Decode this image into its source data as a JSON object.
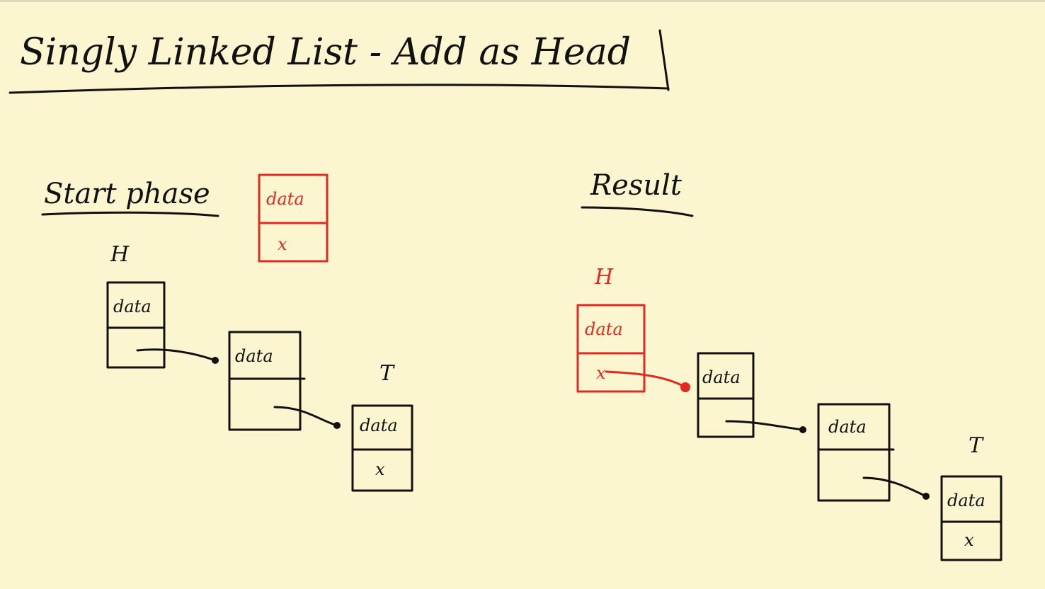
{
  "title": "Singly Linked List - Add as Head",
  "start": {
    "heading": "Start phase",
    "new_node": {
      "data": "data",
      "next": "x"
    },
    "head_label": "H",
    "tail_label": "T",
    "nodes": [
      {
        "data": "data",
        "next": ""
      },
      {
        "data": "data",
        "next": ""
      },
      {
        "data": "data",
        "next": "x"
      }
    ]
  },
  "result": {
    "heading": "Result",
    "head_label": "H",
    "tail_label": "T",
    "new_node": {
      "data": "data",
      "next": "x"
    },
    "nodes": [
      {
        "data": "data",
        "next": ""
      },
      {
        "data": "data",
        "next": ""
      },
      {
        "data": "data",
        "next": "x"
      }
    ]
  },
  "colors": {
    "paper": "#fbf6cf",
    "ink": "#111111",
    "highlight": "#e32a22"
  }
}
